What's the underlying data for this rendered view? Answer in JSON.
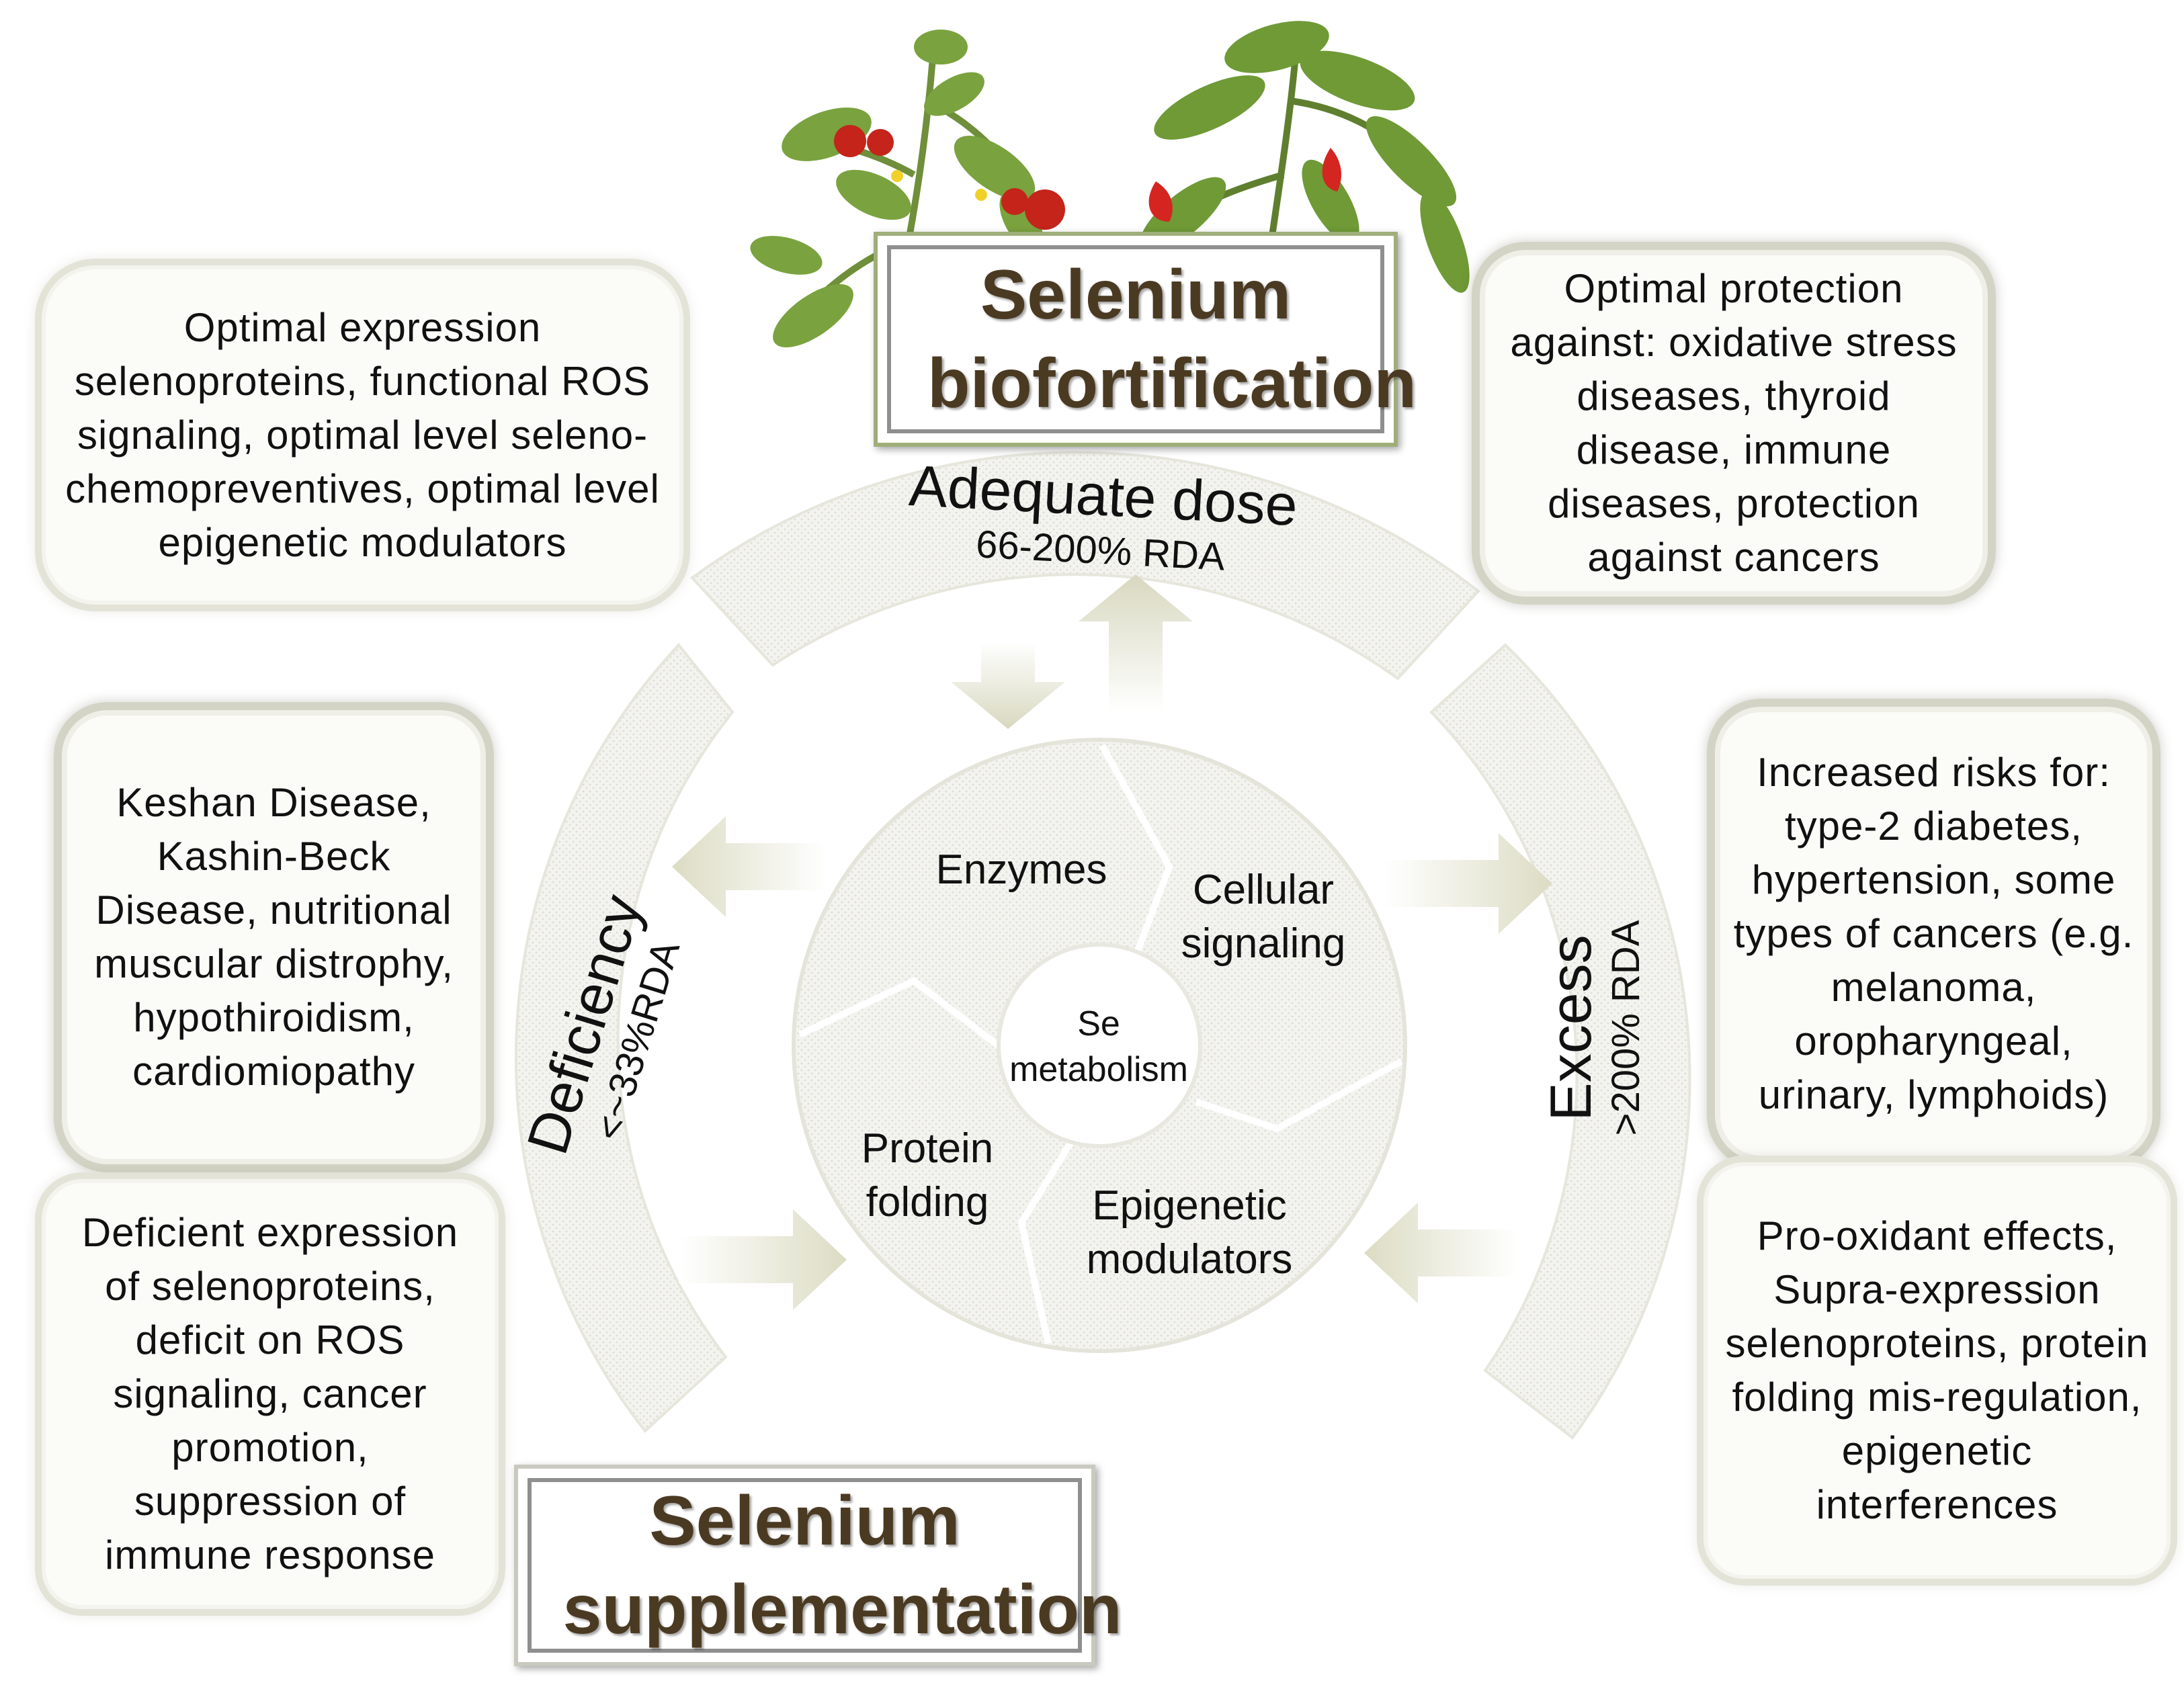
{
  "titles": {
    "biofortification": "Selenium biofortification",
    "supplementation": "Selenium supplementation"
  },
  "arcs": {
    "adequate": {
      "label": "Adequate dose",
      "range": "66-200% RDA"
    },
    "deficiency": {
      "label": "Deficiency",
      "range": "<~33%RDA"
    },
    "excess": {
      "label": "Excess",
      "range": ">200% RDA"
    }
  },
  "center": {
    "core": "Se metabolism",
    "segments": {
      "enzymes": "Enzymes",
      "signaling": "Cellular signaling",
      "folding": "Protein folding",
      "epigenetic": "Epigenetic modulators"
    }
  },
  "boxes": {
    "adequate_mechanism": "Optimal expression selenoproteins, functional ROS signaling, optimal level seleno-chemopreventives, optimal level epigenetic modulators",
    "adequate_outcome": "Optimal protection against: oxidative stress diseases, thyroid disease, immune diseases, protection against cancers",
    "deficiency_disease": "Keshan Disease, Kashin-Beck Disease, nutritional muscular distrophy, hypothiroidism, cardiomiopathy",
    "deficiency_mechanism": "Deficient expression of selenoproteins, deficit on ROS signaling, cancer promotion, suppression of immune response",
    "excess_risk": "Increased risks for: type-2 diabetes, hypertension, some types of cancers (e.g. melanoma, oropharyngeal, urinary, lymphoids)",
    "excess_mechanism": "Pro-oxidant effects, Supra-expression selenoproteins, protein folding mis-regulation, epigenetic interferences"
  },
  "colors": {
    "arc_fill": "#f1f1ea",
    "arrow_fill": "#e6e6d4",
    "title_text": "#4b3a22",
    "title_border": "#9fae7a"
  }
}
